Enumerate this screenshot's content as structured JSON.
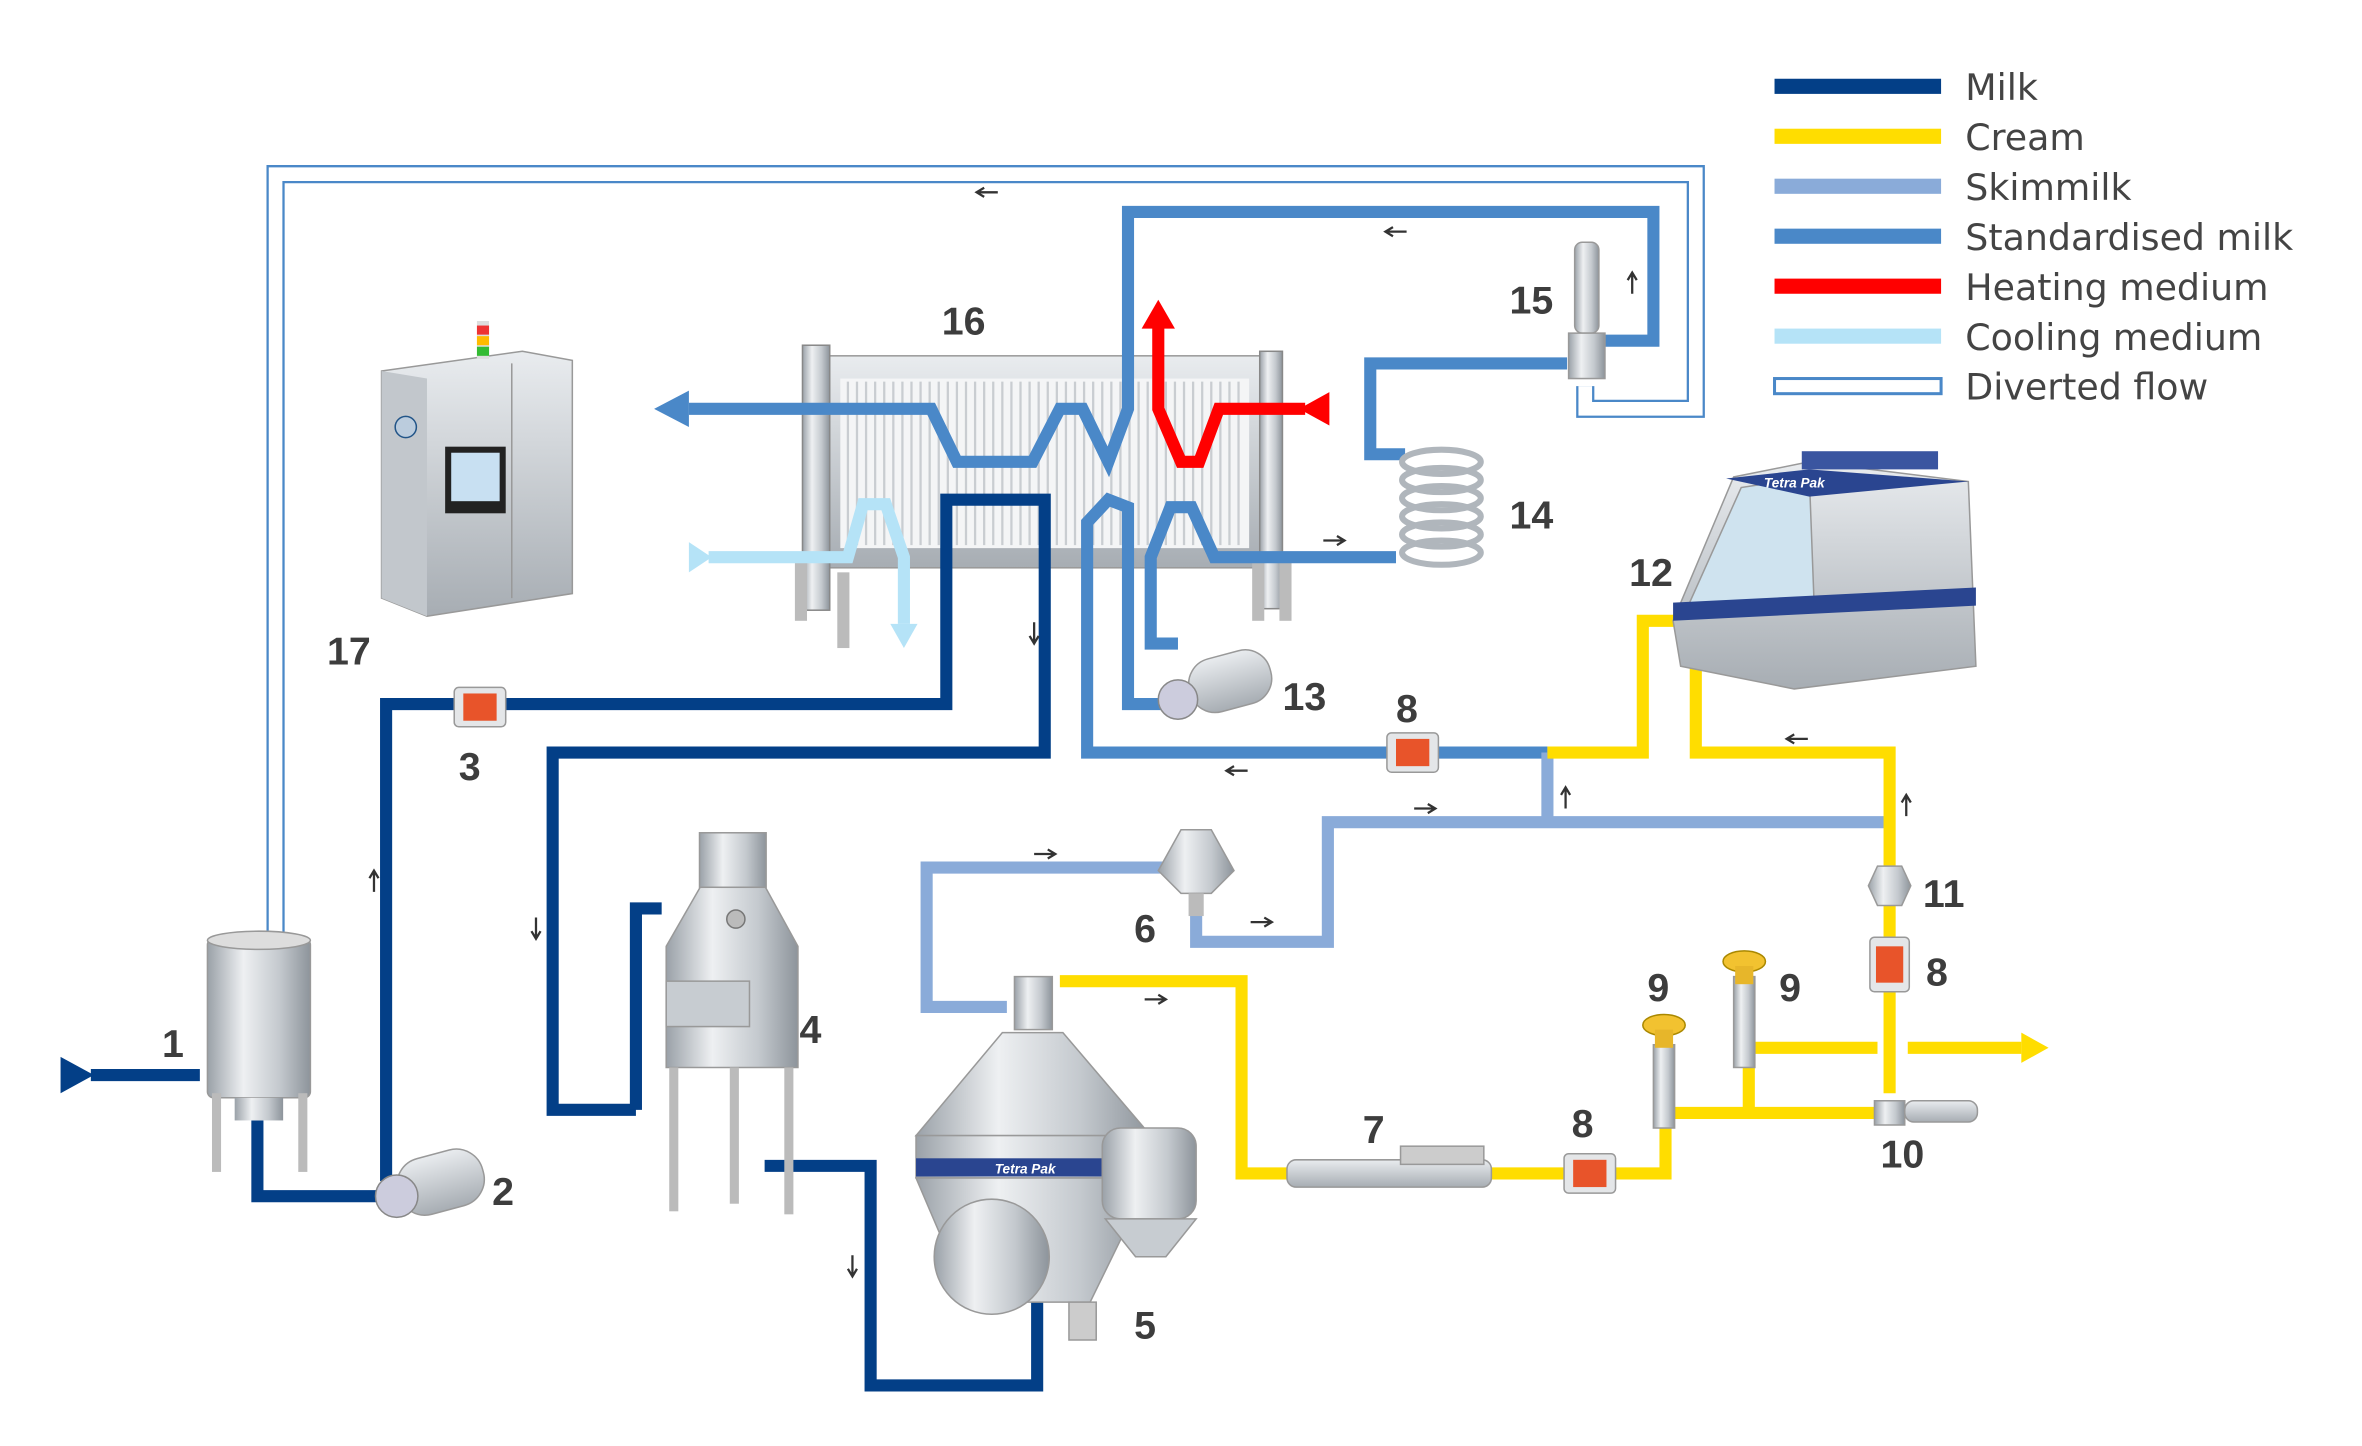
{
  "legend": [
    {
      "label": "Milk",
      "color": "#033f87",
      "style": "solid"
    },
    {
      "label": "Cream",
      "color": "#ffdd00",
      "style": "solid"
    },
    {
      "label": "Skimmilk",
      "color": "#8aabd9",
      "style": "solid"
    },
    {
      "label": "Standardised milk",
      "color": "#4a88c8",
      "style": "solid"
    },
    {
      "label": "Heating medium",
      "color": "#ff0000",
      "style": "solid"
    },
    {
      "label": "Cooling medium",
      "color": "#b5e3f7",
      "style": "solid"
    },
    {
      "label": "Diverted flow",
      "color": "#4a88c8",
      "style": "outline"
    }
  ],
  "equipment_labels": {
    "n1": "1",
    "n2": "2",
    "n3": "3",
    "n4": "4",
    "n5": "5",
    "n6": "6",
    "n7": "7",
    "n8a": "8",
    "n8b": "8",
    "n8c": "8",
    "n9a": "9",
    "n9b": "9",
    "n10": "10",
    "n11": "11",
    "n12": "12",
    "n13": "13",
    "n14": "14",
    "n15": "15",
    "n16": "16",
    "n17": "17"
  },
  "logos": {
    "separator": "Tetra Pak",
    "homogenizer": "Tetra Pak"
  }
}
